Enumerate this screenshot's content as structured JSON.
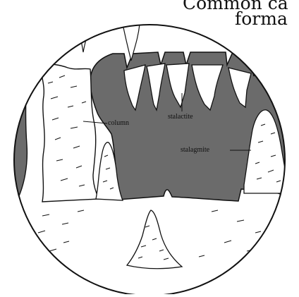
{
  "header": {
    "line1": "Common ca",
    "line2": "forma"
  },
  "diagram": {
    "labels": {
      "column": "column",
      "stalactite": "stalactite",
      "stalagmite": "stalagmite"
    },
    "colors": {
      "cave_fill": "#6b6b6b",
      "outline": "#111111",
      "background": "#ffffff"
    }
  }
}
